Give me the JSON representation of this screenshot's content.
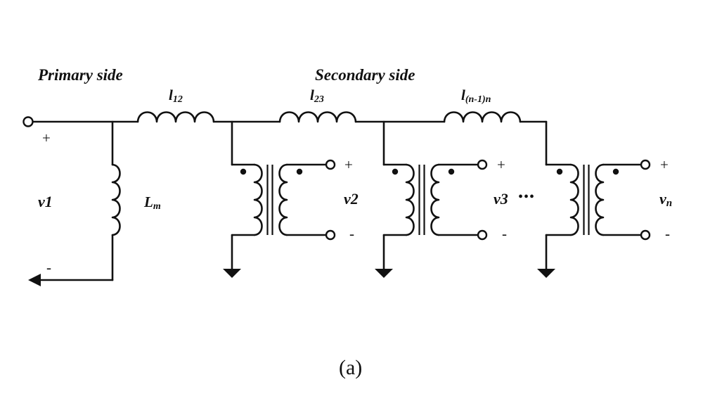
{
  "headers": {
    "primary": "Primary side",
    "secondary": "Secondary side"
  },
  "inductors": {
    "l12": {
      "base": "l",
      "sub": "12"
    },
    "l23": {
      "base": "l",
      "sub": "23"
    },
    "lnn": {
      "base": "l",
      "sub": "(n-1)n"
    },
    "lm": {
      "base": "L",
      "sub": "m"
    }
  },
  "primary_port": {
    "voltage": "v1",
    "plus": "+",
    "minus": "-"
  },
  "secondary_ports": [
    {
      "voltage": {
        "base": "v",
        "sub": "2"
      },
      "plus": "+",
      "minus": "-"
    },
    {
      "voltage": {
        "base": "v",
        "sub": "3"
      },
      "plus": "+",
      "minus": "-"
    },
    {
      "voltage": {
        "base": "v",
        "sub": "n"
      },
      "plus": "+",
      "minus": "-"
    }
  ],
  "ellipsis": "•••",
  "caption": "(a)"
}
